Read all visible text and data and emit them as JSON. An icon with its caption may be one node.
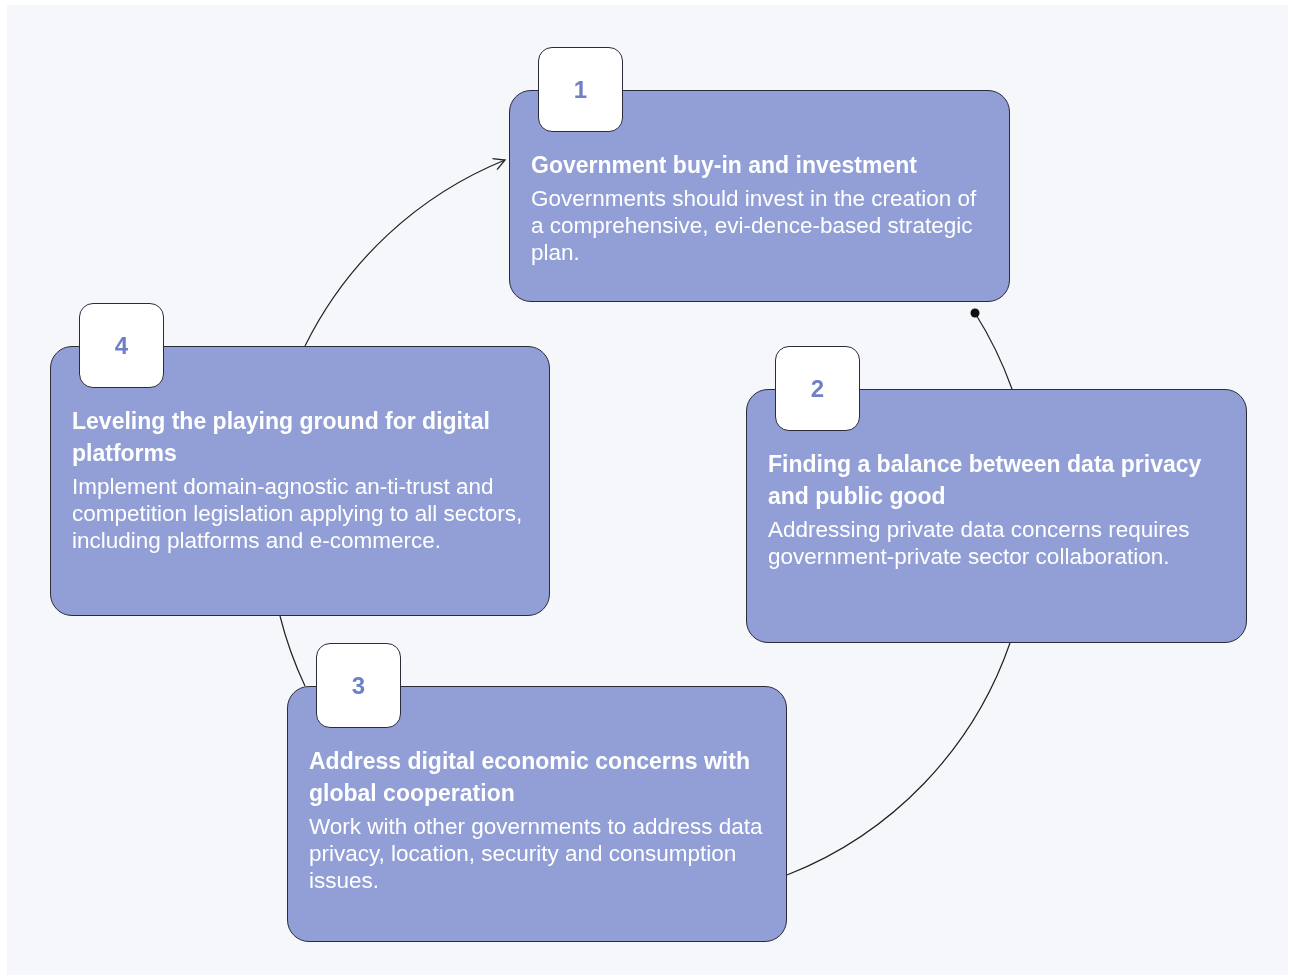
{
  "diagram": {
    "nodes": [
      {
        "text": [
          "1",
          "Government buy-in and investment",
          "Governments should invest in the creation of a comprehensive, evi-dence-based strategic plan."
        ]
      },
      {
        "text": [
          "2",
          "Finding a balance between data privacy and public good",
          "Addressing private data concerns requires government-private sector collaboration."
        ]
      },
      {
        "text": [
          "3",
          "Address digital economic concerns with global cooperation",
          "Work with other governments to address data privacy, location, security and consumption issues."
        ]
      },
      {
        "text": [
          "4",
          "Leveling the playing ground for digital platforms",
          "Implement domain-agnostic an-ti-trust and competition legislation applying to all sectors, including platforms and e-commerce."
        ]
      }
    ],
    "edges": [
      {
        "from": 0,
        "to": 1,
        "arrow": "other"
      },
      {
        "from": 1,
        "to": 2,
        "arrow": "none"
      },
      {
        "from": 2,
        "to": 3,
        "arrow": "none"
      },
      {
        "from": 3,
        "to": 0,
        "arrow": "to"
      }
    ]
  }
}
